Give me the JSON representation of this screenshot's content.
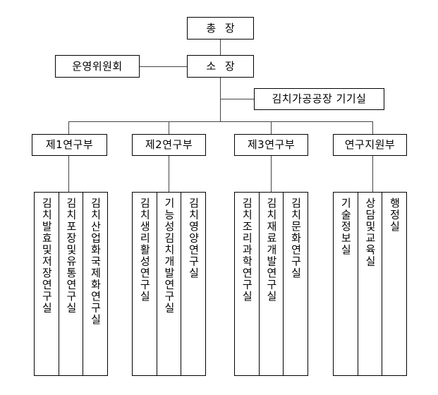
{
  "chart": {
    "type": "organization-chart",
    "title_box": {
      "label": "총 장"
    },
    "committee_box": {
      "label": "운영위원회"
    },
    "director_box": {
      "label": "소 장"
    },
    "facility_box": {
      "label": "김치가공공장 기기실"
    },
    "departments": [
      {
        "label": "제1연구부",
        "labs": [
          "김치발효및저장연구실",
          "김치포장및유통연구실",
          "김치산업화국제화연구실"
        ]
      },
      {
        "label": "제2연구부",
        "labs": [
          "김치생리활성연구실",
          "기능성김치개발연구실",
          "김치영양연구실"
        ]
      },
      {
        "label": "제3연구부",
        "labs": [
          "김치조리과학연구실",
          "김치재료개발연구실",
          "김치문화연구실"
        ]
      },
      {
        "label": "연구지원부",
        "labs": [
          "기술정보실",
          "상담및교육실",
          "행정실"
        ]
      }
    ],
    "colors": {
      "background": "#ffffff",
      "border": "#000000",
      "connector": "#444444",
      "text": "#000000"
    }
  }
}
